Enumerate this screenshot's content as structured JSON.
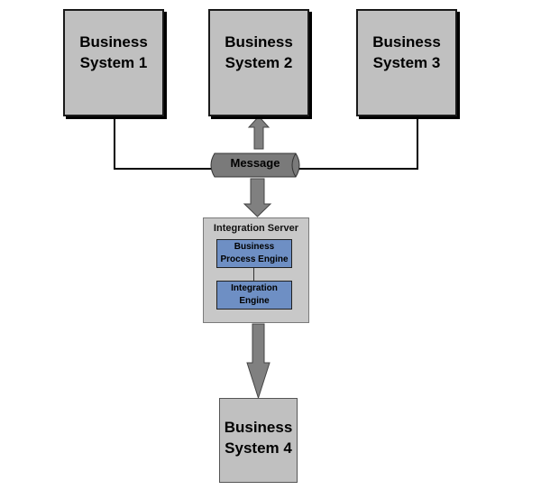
{
  "business_systems": [
    {
      "label": "Business\nSystem 1"
    },
    {
      "label": "Business\nSystem 2"
    },
    {
      "label": "Business\nSystem 3"
    },
    {
      "label": "Business\nSystem 4"
    }
  ],
  "message": {
    "label": "Message"
  },
  "integration_server": {
    "title": "Integration Server",
    "engines": [
      {
        "label": "Business\nProcess Engine"
      },
      {
        "label": "Integration\nEngine"
      }
    ]
  },
  "colors": {
    "system_fill": "#c0c0c0",
    "engine_fill": "#6e8fc4",
    "message_fill": "#7a7a7a",
    "arrow_fill": "#808080"
  }
}
